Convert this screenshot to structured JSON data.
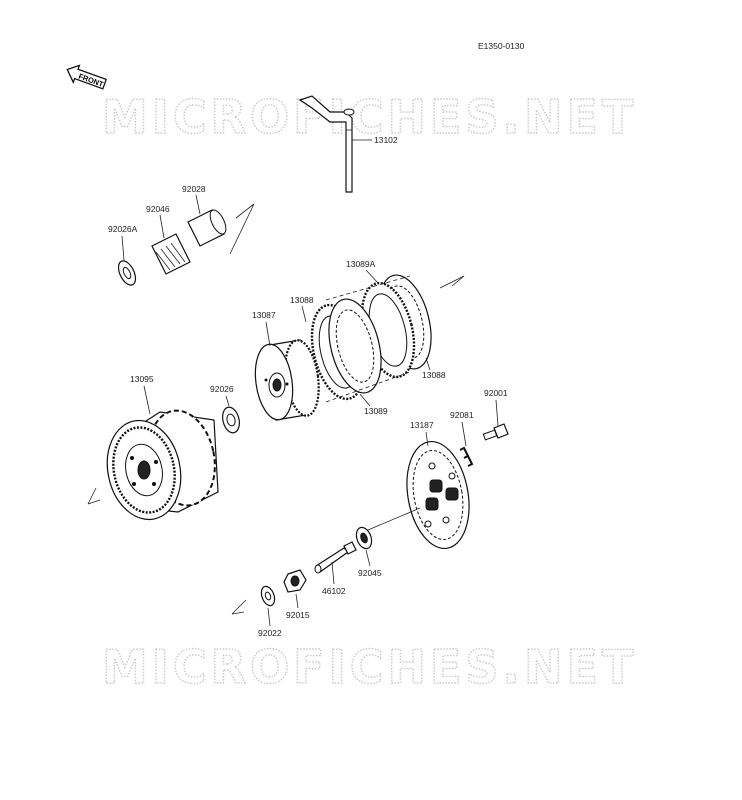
{
  "diagram_code": "E1350-0130",
  "watermark": "MICROFICHES.NET",
  "front_label": "FRONT",
  "parts": {
    "p13102": "13102",
    "p92028": "92028",
    "p92046": "92046",
    "p92026A": "92026A",
    "p13089A": "13089A",
    "p13088a": "13088",
    "p13087": "13087",
    "p13088b": "13088",
    "p13089": "13089",
    "p13095": "13095",
    "p92026": "92026",
    "p92001": "92001",
    "p92081": "92081",
    "p13187": "13187",
    "p92045": "92045",
    "p46102": "46102",
    "p92015": "92015",
    "p92022": "92022"
  }
}
